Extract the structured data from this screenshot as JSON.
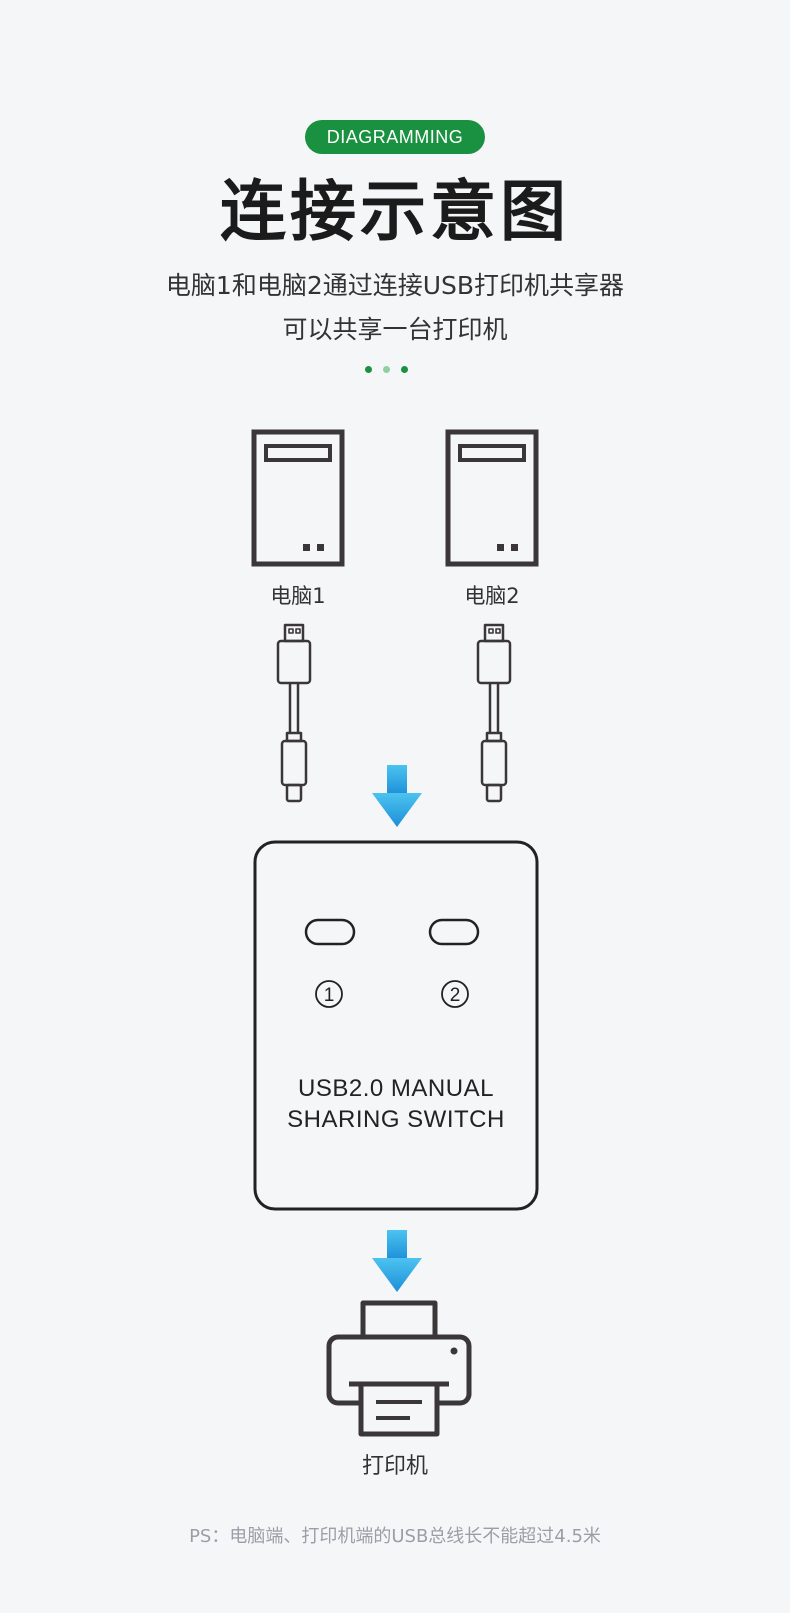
{
  "header": {
    "badge": "DIAGRAMMING",
    "title": "连接示意图",
    "subtitle_line1": "电脑1和电脑2通过连接USB打印机共享器",
    "subtitle_line2": "可以共享一台打印机"
  },
  "colors": {
    "accent": "#1a9140",
    "dot_light": "#8fcfa4",
    "arrow": "#2a9fe0",
    "stroke": "#3b3638",
    "note": "#9a9fa6"
  },
  "computers": [
    {
      "label": "电脑1"
    },
    {
      "label": "电脑2"
    }
  ],
  "switch": {
    "ports": [
      "1",
      "2"
    ],
    "line1": "USB2.0  MANUAL",
    "line2": "SHARING  SWITCH"
  },
  "printer": {
    "label": "打印机"
  },
  "note": "PS：电脑端、打印机端的USB总线长不能超过4.5米"
}
